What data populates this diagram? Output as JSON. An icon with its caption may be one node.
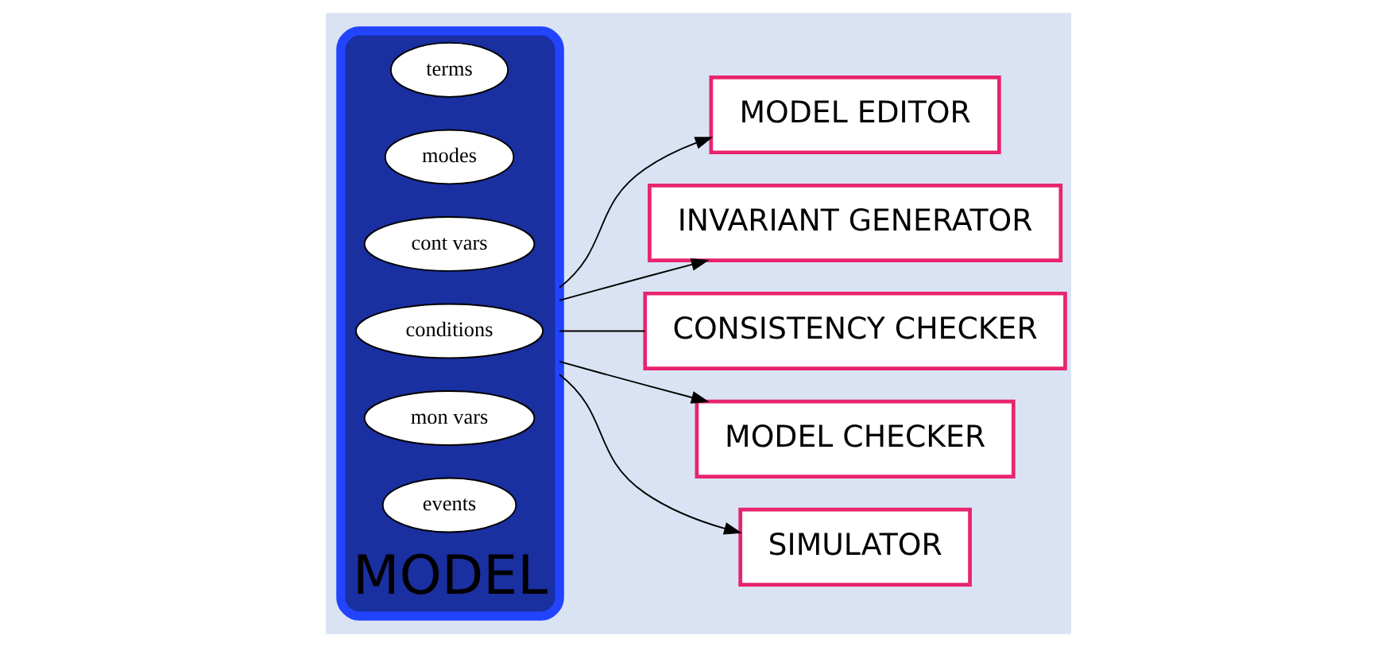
{
  "diagram": {
    "nodes": [
      {
        "text": [
          "MODEL EDITOR"
        ]
      },
      {
        "text": [
          "INVARIANT GENERATOR"
        ]
      },
      {
        "text": [
          "CONSISTENCY CHECKER"
        ]
      },
      {
        "text": [
          "MODEL"
        ]
      },
      {
        "text": [
          "terms"
        ],
        "in": 3
      },
      {
        "text": [
          "modes"
        ],
        "in": 3
      },
      {
        "text": [
          "cont vars"
        ],
        "in": 3
      },
      {
        "text": [
          "conditions"
        ],
        "in": 3
      },
      {
        "text": [
          "mon vars"
        ],
        "in": 3
      },
      {
        "text": [
          "events"
        ],
        "in": 3
      },
      {
        "text": [
          "MODEL CHECKER"
        ]
      },
      {
        "text": [
          "SIMULATOR"
        ]
      }
    ],
    "edges": [
      {
        "from": 3,
        "to": 0,
        "arrow": "to"
      },
      {
        "from": 3,
        "to": 1,
        "arrow": "to"
      },
      {
        "from": 3,
        "to": 2,
        "arrow": "none"
      },
      {
        "from": 3,
        "to": 10,
        "arrow": "to"
      },
      {
        "from": 3,
        "to": 11,
        "arrow": "to"
      }
    ]
  }
}
